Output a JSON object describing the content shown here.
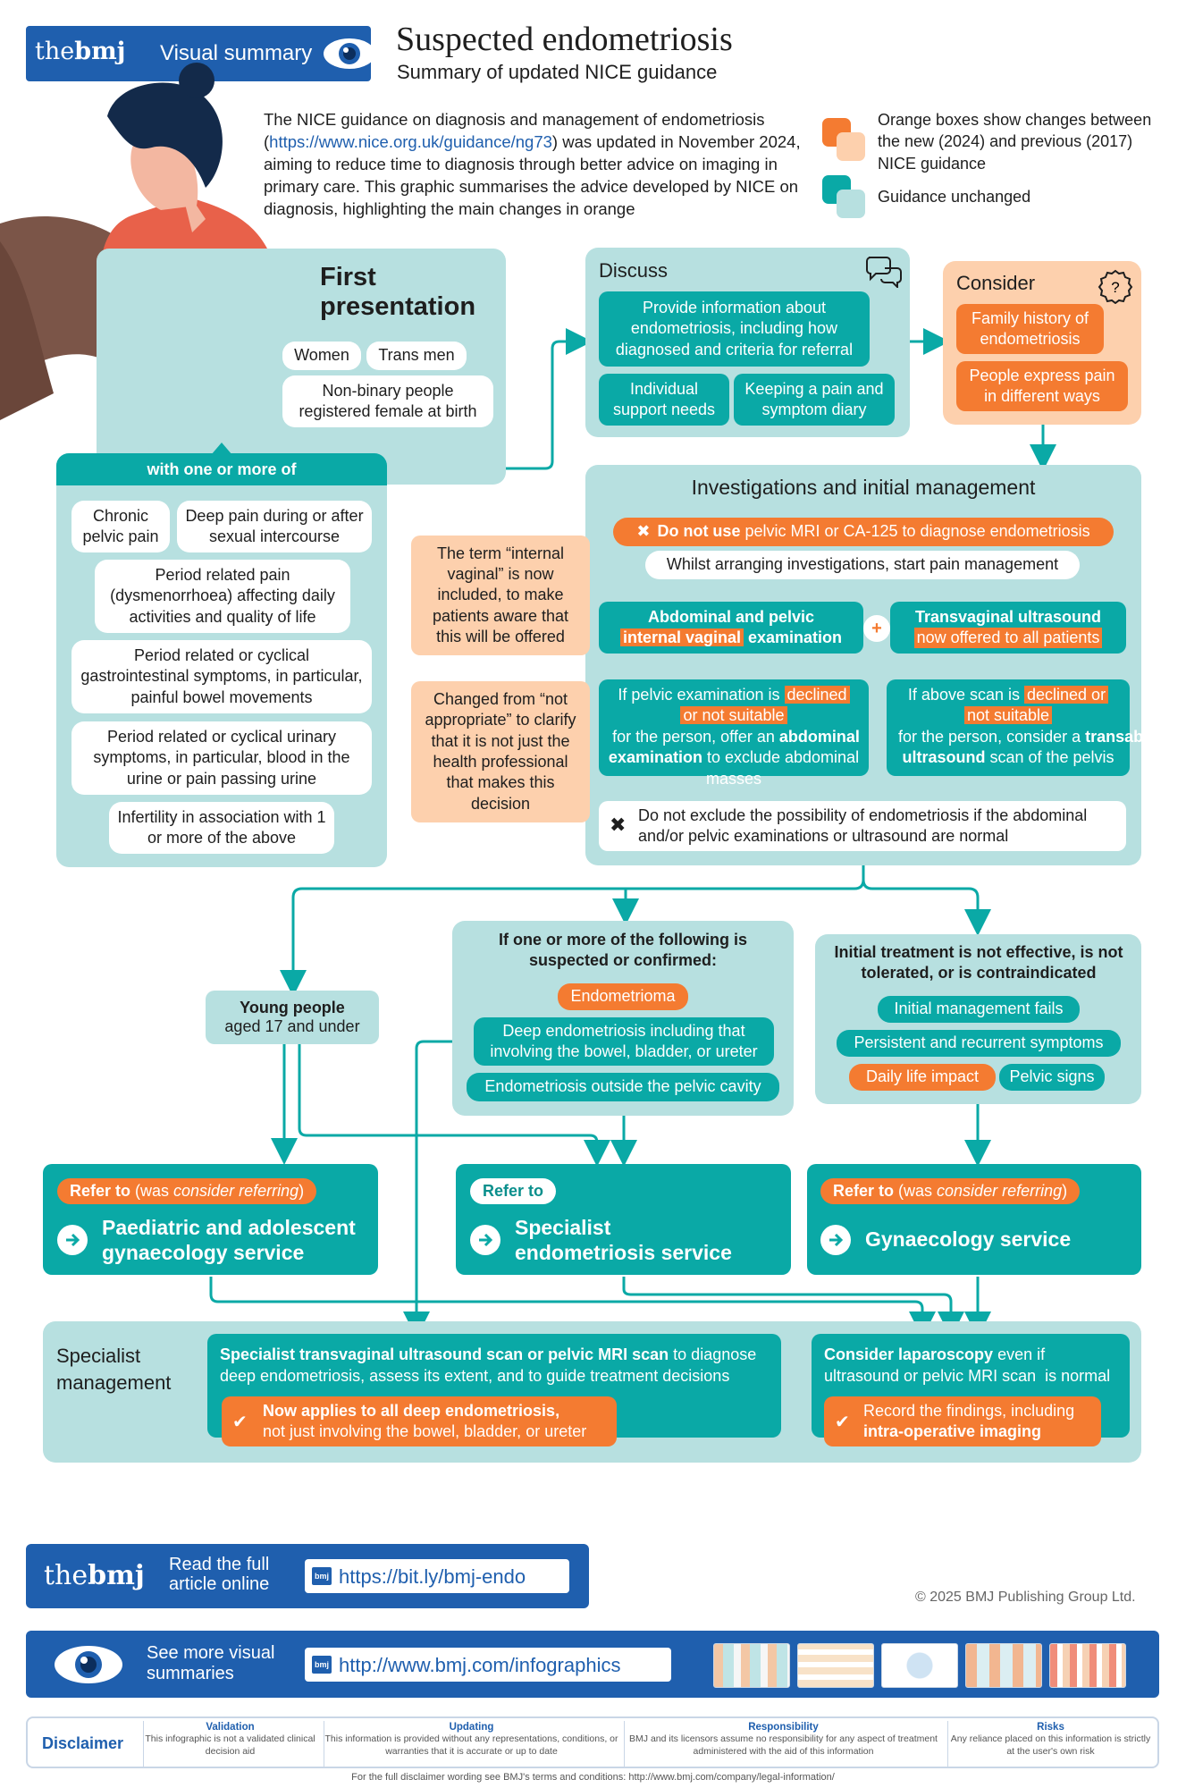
{
  "header": {
    "brand": "thebmj",
    "brand_the": "the",
    "brand_bmj": "bmj",
    "label": "Visual summary",
    "title": "Suspected endometriosis",
    "subtitle": "Summary of updated NICE guidance"
  },
  "intro": {
    "line1": "The NICE guidance on diagnosis and management of endometriosis",
    "link": "https://www.nice.org.uk/guidance/ng73",
    "line2": ") was updated in November 2024, aiming to reduce time to diagnosis through better advice on imaging in primary care. This graphic summarises the advice developed by NICE on diagnosis, highlighting the main changes in orange",
    "paren_open": "("
  },
  "legend": {
    "orange_text": "Orange boxes show changes between the new (2024) and previous (2017) NICE guidance",
    "teal_text": "Guidance unchanged"
  },
  "first_presentation": {
    "title_line1": "First",
    "title_line2": "presentation",
    "groups": [
      "Women",
      "Trans men",
      "Non-binary people registered female at birth"
    ],
    "with_one": "with one or more of",
    "symptoms": [
      "Chronic pelvic pain",
      "Deep pain during or after sexual intercourse",
      "Period related pain (dysmenorrhoea) affecting daily activities and quality of life",
      "Period related or cyclical gastrointestinal symptoms, in particular, painful bowel movements",
      "Period related or cyclical urinary symptoms, in particular, blood in the urine or pain passing urine",
      "Infertility in association with 1 or more of the above"
    ]
  },
  "discuss": {
    "title": "Discuss",
    "items": [
      "Provide information about endometriosis, including how diagnosed and criteria for referral",
      "Individual support needs",
      "Keeping a pain and symptom diary"
    ]
  },
  "consider": {
    "title": "Consider",
    "items": [
      "Family history of endometriosis",
      "People express pain in different ways"
    ]
  },
  "investigations": {
    "title": "Investigations and initial management",
    "do_not_use_bold": "Do not use",
    "do_not_use_rest": " pelvic MRI or CA-125 to diagnose endometriosis",
    "whilst": "Whilst arranging investigations, start pain management",
    "exam_line1": "Abdominal and pelvic",
    "exam_hl": "internal vaginal",
    "exam_line2": " examination",
    "plus": "+",
    "tvus_title": "Transvaginal ultrasound",
    "tvus_sub": "now offered to all patients",
    "left_a": "If pelvic examination is ",
    "left_hl1": "declined",
    "left_hl2": "or not suitable",
    "left_b": " for the person, offer an ",
    "left_bold": "abdominal examination",
    "left_c": " to exclude abdominal masses",
    "right_a": "If above scan is ",
    "right_hl1": "declined or",
    "right_hl2": "not suitable",
    "right_b": " for the person, consider a ",
    "right_bold1": "transabdominal",
    "right_bold2": "ultrasound",
    "right_c": " scan of the pelvis",
    "do_not_exclude": "Do not exclude the possibility of endometriosis if the abdominal and/or pelvic examinations or ultrasound are normal"
  },
  "notes": {
    "note1": "The term “internal vaginal” is now included, to make patients aware that this will be offered",
    "note2": "Changed from “not appropriate” to clarify that it is not just the health professional that makes this decision"
  },
  "young": {
    "title": "Young people",
    "sub": "aged 17 and under"
  },
  "suspected": {
    "title": "If one or more of the following is suspected or confirmed:",
    "items": [
      "Endometrioma",
      "Deep endometriosis including that involving the bowel, bladder, or ureter",
      "Endometriosis outside the pelvic cavity"
    ]
  },
  "initial_treatment": {
    "title": "Initial treatment is not effective, is not tolerated, or is contraindicated",
    "items": [
      "Initial management fails",
      "Persistent and recurrent symptoms",
      "Daily life impact",
      "Pelvic signs"
    ]
  },
  "referrals": [
    {
      "tag_bold": "Refer to",
      "tag_rest": " (was ",
      "tag_italic": "consider referring",
      "tag_end": ")",
      "service": "Paediatric and adolescent gynaecology service"
    },
    {
      "tag_bold": "Refer to",
      "service": "Specialist endometriosis service"
    },
    {
      "tag_bold": "Refer to",
      "tag_rest": " (was ",
      "tag_italic": "consider referring",
      "tag_end": ")",
      "service": "Gynaecology service"
    }
  ],
  "specialist": {
    "label": "Specialist management",
    "scan_bold": "Specialist transvaginal ultrasound scan or pelvic MRI scan",
    "scan_rest": " to diagnose deep endometriosis, assess its extent, and to guide treatment decisions",
    "applies_bold": "Now applies to all deep endometriosis,",
    "applies_rest": "not just involving the bowel, bladder, or ureter",
    "lap_bold": "Consider laparoscopy",
    "lap_rest": " even if ultrasound or pelvic MRI scan  is normal",
    "record_a": "Record the findings, including",
    "record_bold": "intra-operative imaging"
  },
  "footer": {
    "read_full": "Read the full article online",
    "article_url": "https://bit.ly/bmj-endo",
    "copyright": "© 2025 BMJ Publishing Group Ltd.",
    "see_more": "See more visual summaries",
    "infographics_url": "http://www.bmj.com/infographics",
    "mini_logo": "bmj",
    "disclaimer": "Disclaimer",
    "disc_cols": [
      {
        "h": "Validation",
        "t": "This infographic is not a validated clinical decision aid"
      },
      {
        "h": "Updating",
        "t": "This information is provided without any representations, conditions, or warranties that it is accurate or up to date"
      },
      {
        "h": "Responsibility",
        "t": "BMJ and its licensors assume no responsibility for any aspect of treatment administered with the aid of this information"
      },
      {
        "h": "Risks",
        "t": "Any reliance placed on this information is strictly at the user's own risk"
      }
    ],
    "full_disclaimer": "For the full disclaimer wording see BMJ's terms and conditions: http://www.bmj.com/company/legal-information/"
  },
  "colors": {
    "teal": "#0aa9a6",
    "light_teal": "#b7e0e0",
    "orange": "#f47b31",
    "peach": "#fdd0ad",
    "bmj_blue": "#1f5fae"
  }
}
